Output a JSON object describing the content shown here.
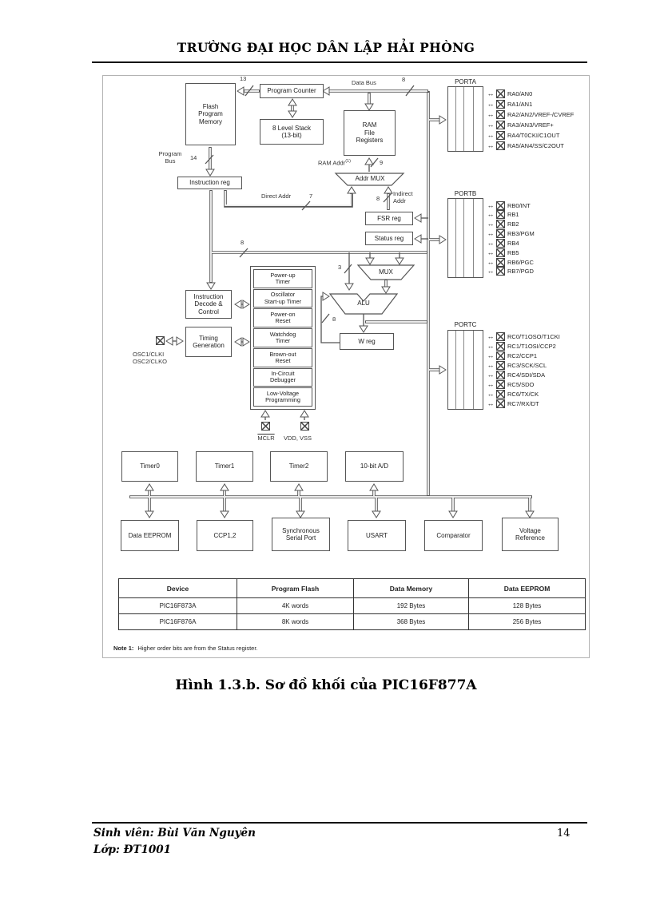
{
  "header": {
    "title": "TRƯỜNG ĐẠI HỌC DÂN LẬP HẢI PHÒNG"
  },
  "diagram": {
    "blocks": {
      "flash": "Flash\nProgram\nMemory",
      "program_counter": "Program Counter",
      "stack": "8 Level Stack\n(13-bit)",
      "ram": "RAM\nFile\nRegisters",
      "instruction_reg": "Instruction reg",
      "addr_mux": "Addr MUX",
      "fsr": "FSR reg",
      "status": "Status reg",
      "mux": "MUX",
      "alu": "ALU",
      "wreg": "W reg",
      "decode": "Instruction\nDecode &\nControl",
      "timing": "Timing\nGeneration"
    },
    "labels": {
      "data_bus": "Data Bus",
      "program_bus": "Program\nBus",
      "ram_addr": "RAM Addr",
      "ram_addr_sup": "(1)",
      "direct_addr": "Direct Addr",
      "indirect_addr": "Indirect\nAddr",
      "osc": "OSC1/CLKI\nOSC2/CLKO",
      "mclr": "MCLR",
      "vdd_vss": "VDD, VSS"
    },
    "bus_widths": {
      "pc": "13",
      "program": "14",
      "data": "8",
      "ram_addr": "9",
      "direct": "7",
      "indirect": "8",
      "literal": "8",
      "status_mux": "3",
      "alu_w": "8"
    },
    "ports": [
      {
        "name": "PORTA",
        "pins": [
          "RA0/AN0",
          "RA1/AN1",
          "RA2/AN2/VREF-/CVREF",
          "RA3/AN3/VREF+",
          "RA4/T0CKI/C1OUT",
          "RA5/AN4/SS/C2OUT"
        ]
      },
      {
        "name": "PORTB",
        "pins": [
          "RB0/INT",
          "RB1",
          "RB2",
          "RB3/PGM",
          "RB4",
          "RB5",
          "RB6/PGC",
          "RB7/PGD"
        ]
      },
      {
        "name": "PORTC",
        "pins": [
          "RC0/T1OSO/T1CKI",
          "RC1/T1OSI/CCP2",
          "RC2/CCP1",
          "RC3/SCK/SCL",
          "RC4/SDI/SDA",
          "RC5/SDO",
          "RC6/TX/CK",
          "RC7/RX/DT"
        ]
      }
    ],
    "config_blocks": [
      "Power-up\nTimer",
      "Oscillator\nStart-up Timer",
      "Power-on\nReset",
      "Watchdog\nTimer",
      "Brown-out\nReset",
      "In-Circuit\nDebugger",
      "Low-Voltage\nProgramming"
    ],
    "peripherals_top": [
      "Timer0",
      "Timer1",
      "Timer2",
      "10-bit A/D"
    ],
    "peripherals_bottom": [
      "Data EEPROM",
      "CCP1,2",
      "Synchronous\nSerial Port",
      "USART",
      "Comparator",
      "Voltage\nReference"
    ],
    "table": {
      "headers": [
        "Device",
        "Program Flash",
        "Data Memory",
        "Data EEPROM"
      ],
      "rows": [
        [
          "PIC16F873A",
          "4K words",
          "192 Bytes",
          "128 Bytes"
        ],
        [
          "PIC16F876A",
          "8K words",
          "368 Bytes",
          "256 Bytes"
        ]
      ]
    },
    "note_label": "Note 1:",
    "note_text": "Higher order bits are from the Status register."
  },
  "caption": "Hình 1.3.b. Sơ đồ khối của PIC16F877A",
  "footer": {
    "student": "Sinh viên: Bùi Văn Nguyên",
    "class_line": "Lớp: ĐT1001",
    "page_number": "14"
  }
}
